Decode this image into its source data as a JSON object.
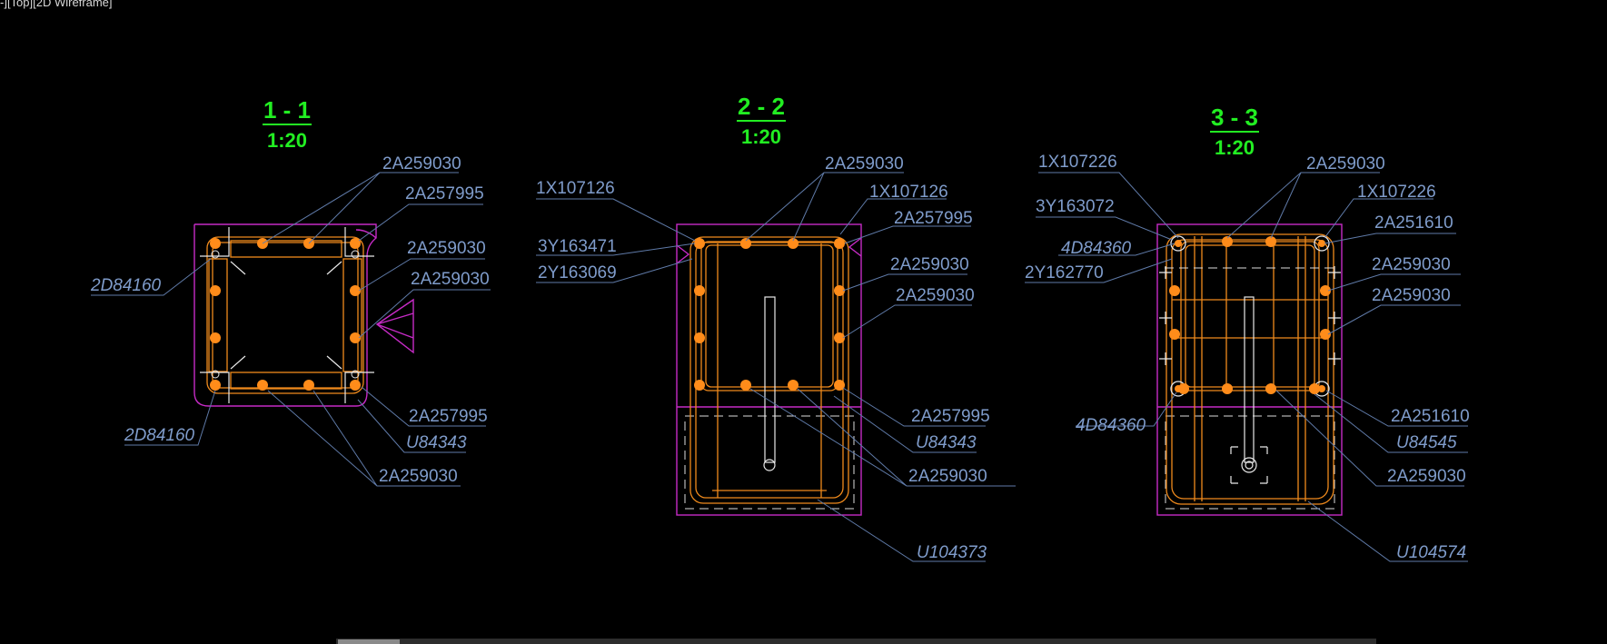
{
  "viewport": {
    "label": "-][Top][2D Wireframe]"
  },
  "colors": {
    "background": "#000000",
    "label": "#7f9ccb",
    "leader": "#5f7aa8",
    "title": "#22ee22",
    "outline": "#c62bc6",
    "stirrup": "#f08a1c",
    "bar": "#ff8c1a"
  },
  "sections": [
    {
      "title": "1 - 1",
      "scale": "1:20",
      "labels": [
        "2A259030",
        "2A257995",
        "2A259030",
        "2A259030",
        "2D84160",
        "2D84160",
        "2A257995",
        "U84343",
        "2A259030"
      ]
    },
    {
      "title": "2 - 2",
      "scale": "1:20",
      "labels": [
        "2A259030",
        "1X107126",
        "1X107126",
        "2A257995",
        "3Y163471",
        "2Y163069",
        "2A259030",
        "2A259030",
        "2A257995",
        "U84343",
        "2A259030",
        "U104373"
      ]
    },
    {
      "title": "3 - 3",
      "scale": "1:20",
      "labels": [
        "1X107226",
        "2A259030",
        "1X107226",
        "3Y163072",
        "2A251610",
        "4D84360",
        "2Y162770",
        "2A259030",
        "2A259030",
        "4D84360",
        "2A251610",
        "U84545",
        "2A259030",
        "U104574"
      ]
    }
  ]
}
